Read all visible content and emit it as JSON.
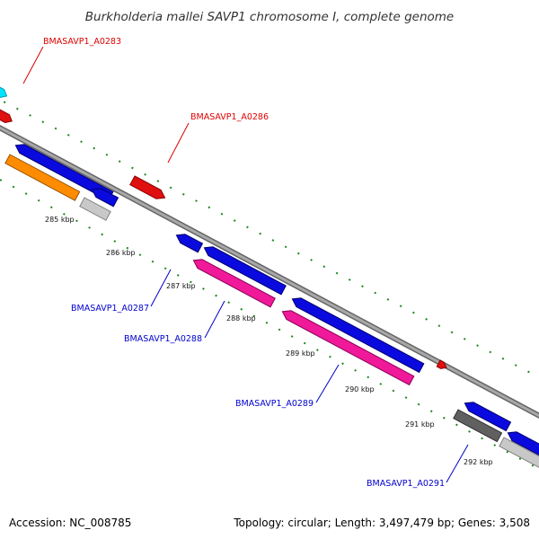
{
  "title": "Burkholderia mallei SAVP1 chromosome I, complete genome",
  "footer": {
    "accession": "Accession: NC_008785",
    "topology": "Topology: circular; Length: 3,497,479 bp; Genes: 3,508"
  },
  "colors": {
    "backbone": "#8c8c8c",
    "dots": "#1a8a1a",
    "label_red": "#dd0000",
    "label_blue": "#0000cc",
    "blue_gene": "#0a0adf",
    "red_gene": "#e01010",
    "pink_gene": "#f0199a",
    "orange_gene": "#ff8c00",
    "cyan_gene": "#00e5ff",
    "gray_gene": "#c8c8c8",
    "darkgray_gene": "#606060"
  },
  "scale_labels": [
    "285 kbp",
    "286 kbp",
    "287 kbp",
    "288 kbp",
    "289 kbp",
    "290 kbp",
    "291 kbp",
    "292 kbp"
  ],
  "gene_labels": {
    "a0283": "BMASAVP1_A0283",
    "a0286": "BMASAVP1_A0286",
    "a0287": "BMASAVP1_A0287",
    "a0288": "BMASAVP1_A0288",
    "a0289": "BMASAVP1_A0289",
    "a0291": "BMASAVP1_A0291"
  }
}
